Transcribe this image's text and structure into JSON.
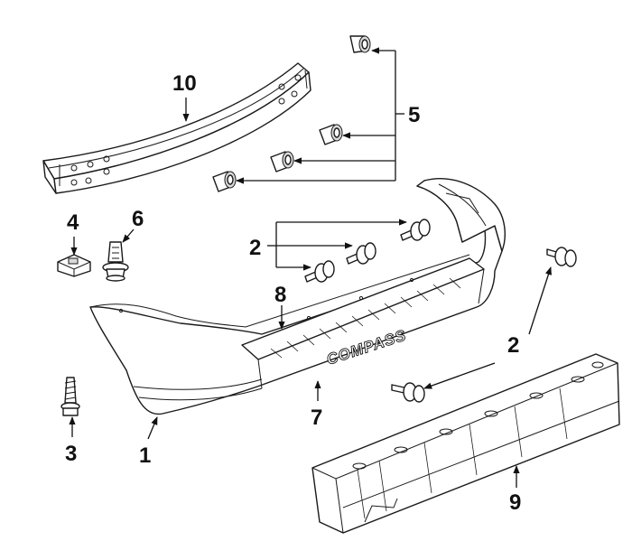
{
  "callouts": {
    "c1": "1",
    "c2a": "2",
    "c2b": "2",
    "c3": "3",
    "c4": "4",
    "c5": "5",
    "c6": "6",
    "c7": "7",
    "c8": "8",
    "c9": "9",
    "c10": "10"
  },
  "emblem_text": "COMPASS",
  "colors": {
    "line": "#1a1a1a",
    "background": "#ffffff",
    "shade": "#d9d9d9"
  }
}
